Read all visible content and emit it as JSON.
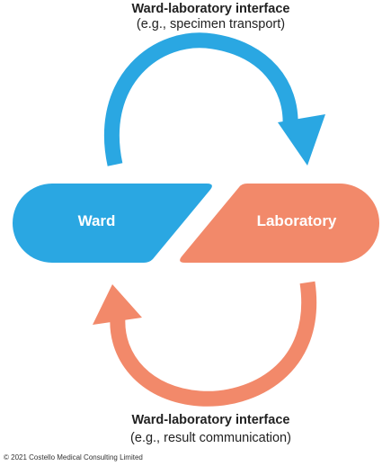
{
  "top_interface": {
    "title": "Ward-laboratory interface",
    "subtitle": "(e.g., specimen transport)"
  },
  "bottom_interface": {
    "title": "Ward-laboratory interface",
    "subtitle": "(e.g., result communication)"
  },
  "nodes": {
    "ward": "Ward",
    "laboratory": "Laboratory"
  },
  "colors": {
    "ward_blue": "#2aa7e2",
    "lab_salmon": "#f2896a"
  },
  "copyright": "© 2021 Costello Medical Consulting Limited"
}
